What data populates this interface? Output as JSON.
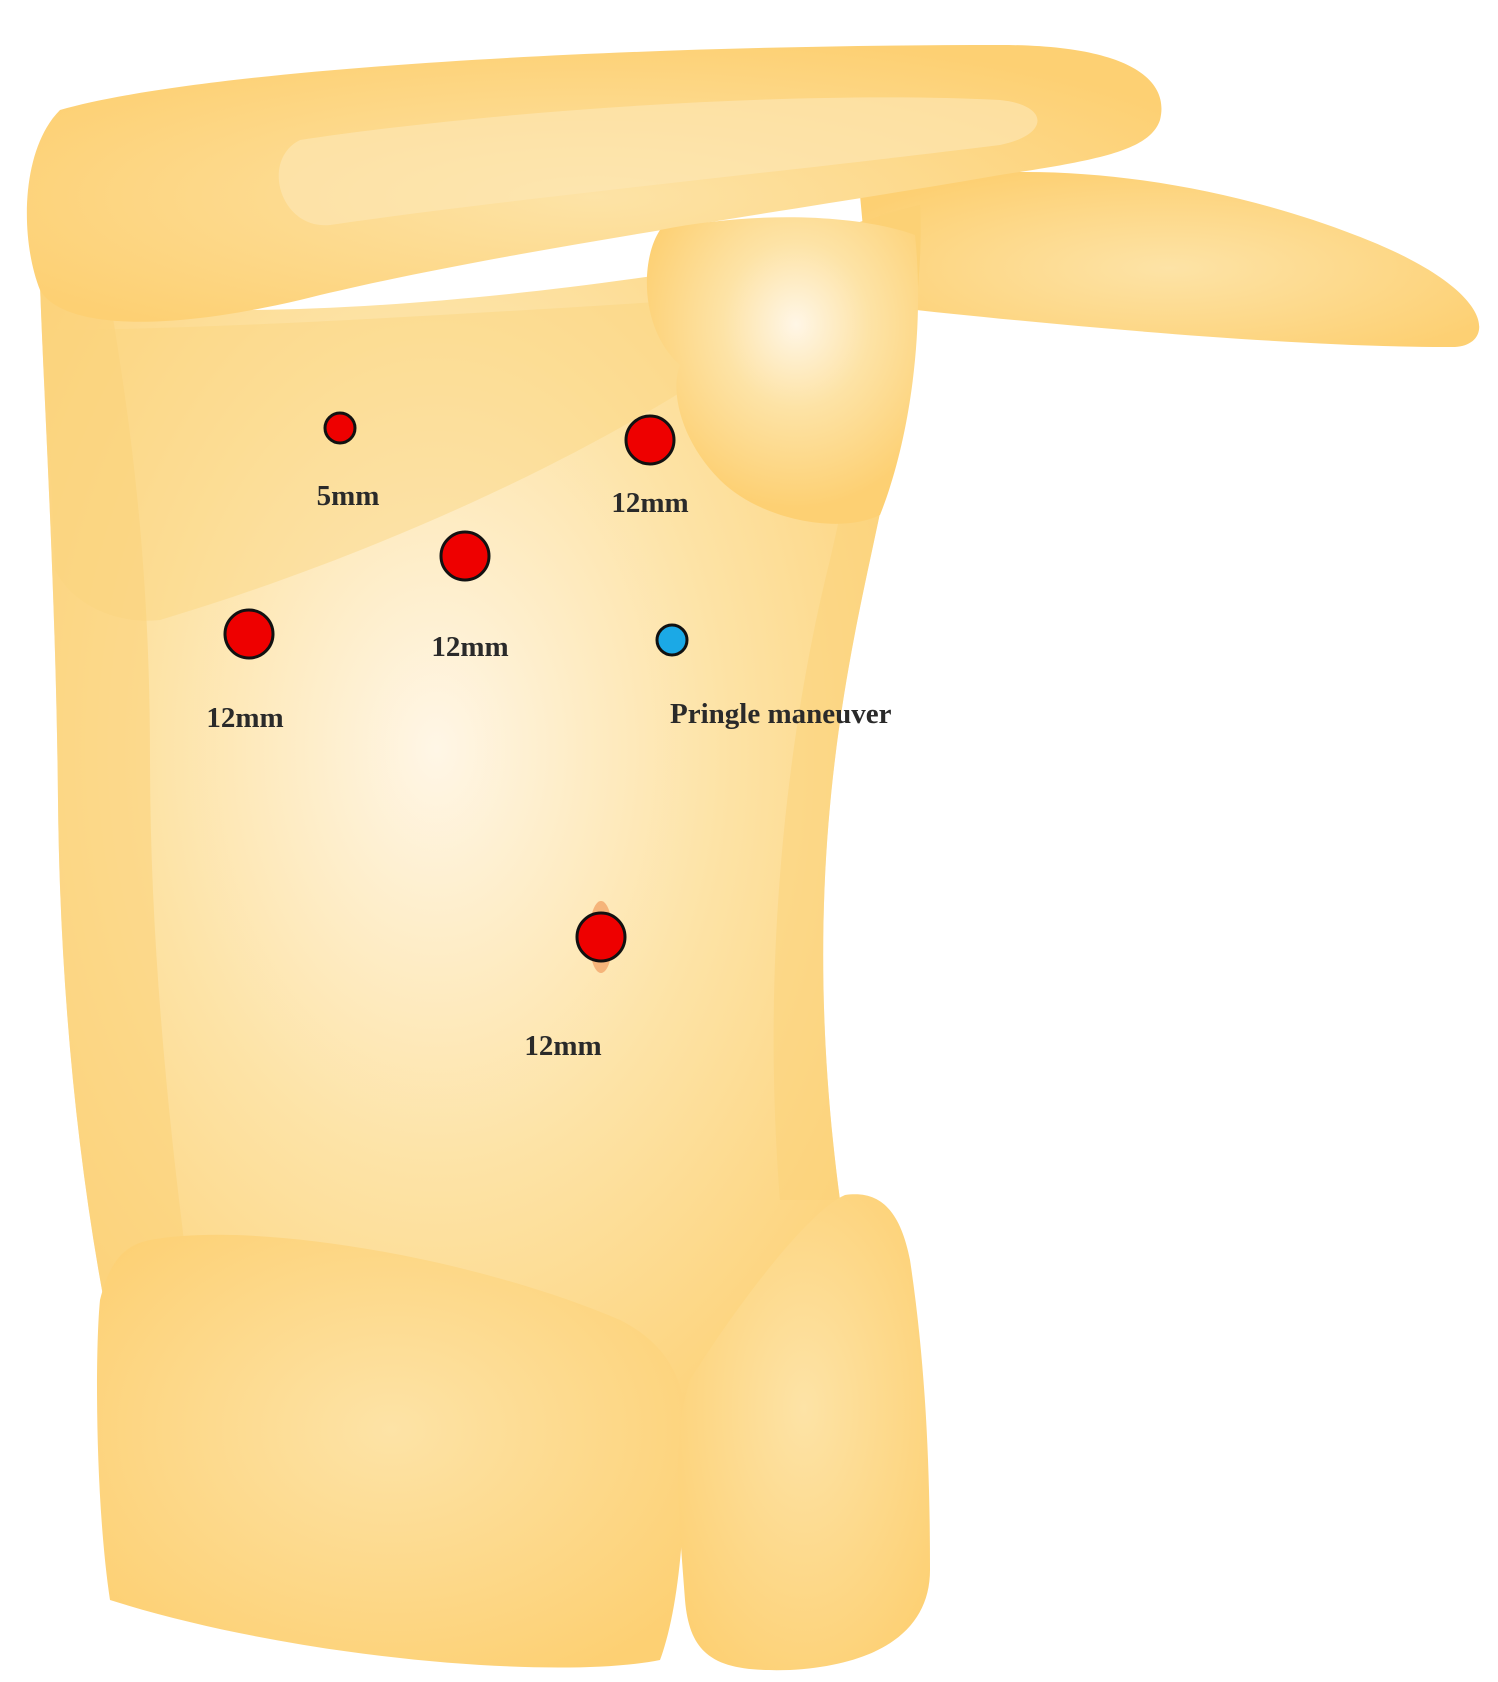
{
  "diagram": {
    "colors": {
      "skin_edge": "#fdd073",
      "skin_mid": "#fde3a6",
      "skin_highlight": "#fff6e6",
      "trocar_large": "#ee0000",
      "trocar_small": "#ee0000",
      "pringle_port": "#1ba9e6",
      "outline": "#111111",
      "label": "#2a2a2a"
    },
    "ports": [
      {
        "id": "port-5mm-upper-left",
        "type": "trocar-small",
        "label": "5mm"
      },
      {
        "id": "port-12mm-upper-right",
        "type": "trocar-large",
        "label": "12mm"
      },
      {
        "id": "port-12mm-center",
        "type": "trocar-large",
        "label": "12mm"
      },
      {
        "id": "port-12mm-left",
        "type": "trocar-large",
        "label": "12mm"
      },
      {
        "id": "port-pringle",
        "type": "pringle",
        "label": "Pringle maneuver"
      },
      {
        "id": "port-12mm-umbilical",
        "type": "trocar-large",
        "label": "12mm"
      }
    ]
  }
}
